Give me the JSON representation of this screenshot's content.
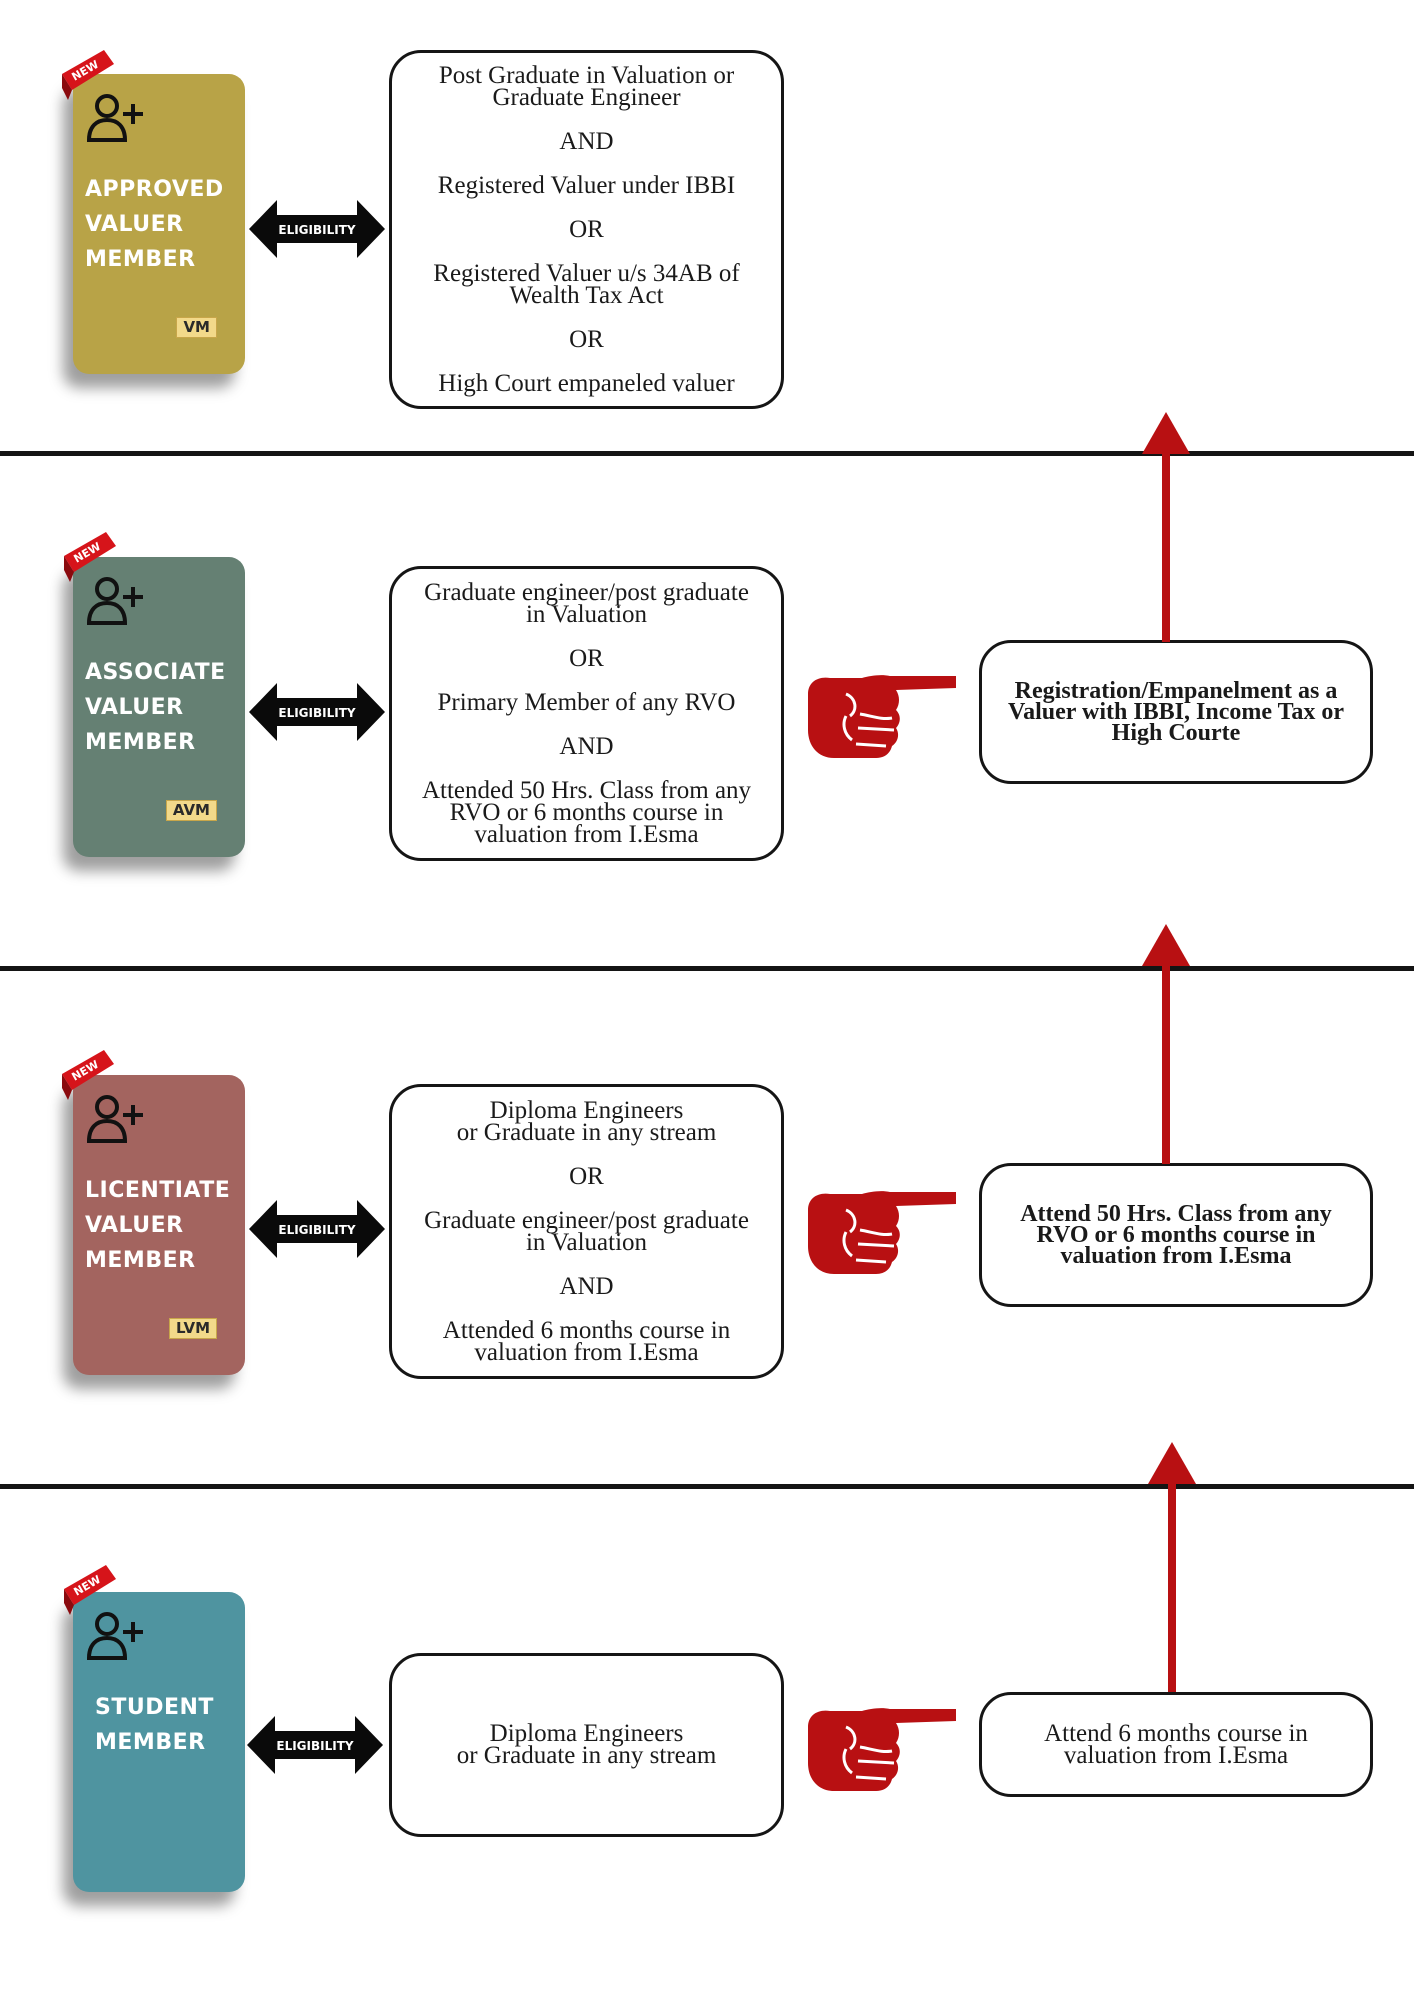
{
  "common": {
    "eligibility_label": "ELIGIBILITY",
    "ribbon_label": "NEW"
  },
  "tiers": [
    {
      "title_lines": [
        "APPROVED",
        "VALUER",
        "MEMBER"
      ],
      "code": "VM",
      "card_color": "#b8a347",
      "requirements": [
        "Post Graduate in Valuation or",
        "Graduate Engineer",
        "AND",
        "Registered Valuer under IBBI",
        "OR",
        "Registered Valuer u/s 34AB of",
        "Wealth Tax Act",
        "OR",
        "High Court empaneled valuer"
      ]
    },
    {
      "title_lines": [
        "ASSOCIATE",
        "VALUER",
        "MEMBER"
      ],
      "code": "AVM",
      "card_color": "#658073",
      "requirements": [
        "Graduate engineer/post graduate",
        "in Valuation",
        "OR",
        "Primary Member of any RVO",
        "AND",
        "Attended 50 Hrs. Class from any",
        "RVO or 6 months course in",
        "valuation from I.Esma"
      ],
      "upgrade_step": [
        "Registration/Empanelment as a",
        "Valuer with IBBI, Income Tax or",
        "High Courte"
      ]
    },
    {
      "title_lines": [
        "LICENTIATE",
        "VALUER",
        "MEMBER"
      ],
      "code": "LVM",
      "card_color": "#a3645f",
      "requirements": [
        "Diploma Engineers",
        "or Graduate in any stream",
        "OR",
        "Graduate engineer/post graduate",
        "in Valuation",
        "AND",
        "Attended 6 months course in",
        "valuation from I.Esma"
      ],
      "upgrade_step": [
        "Attend 50 Hrs. Class from any",
        "RVO or 6 months course in",
        "valuation from I.Esma"
      ]
    },
    {
      "title_lines": [
        "STUDENT",
        "MEMBER"
      ],
      "card_color": "#4f94a0",
      "requirements": [
        "Diploma Engineers",
        "or Graduate in any stream"
      ],
      "upgrade_step": [
        "Attend 6 months course in",
        "valuation from I.Esma"
      ]
    }
  ],
  "colors": {
    "accent_red": "#b81012",
    "divider": "#141414",
    "code_badge": "#f2d98a"
  }
}
